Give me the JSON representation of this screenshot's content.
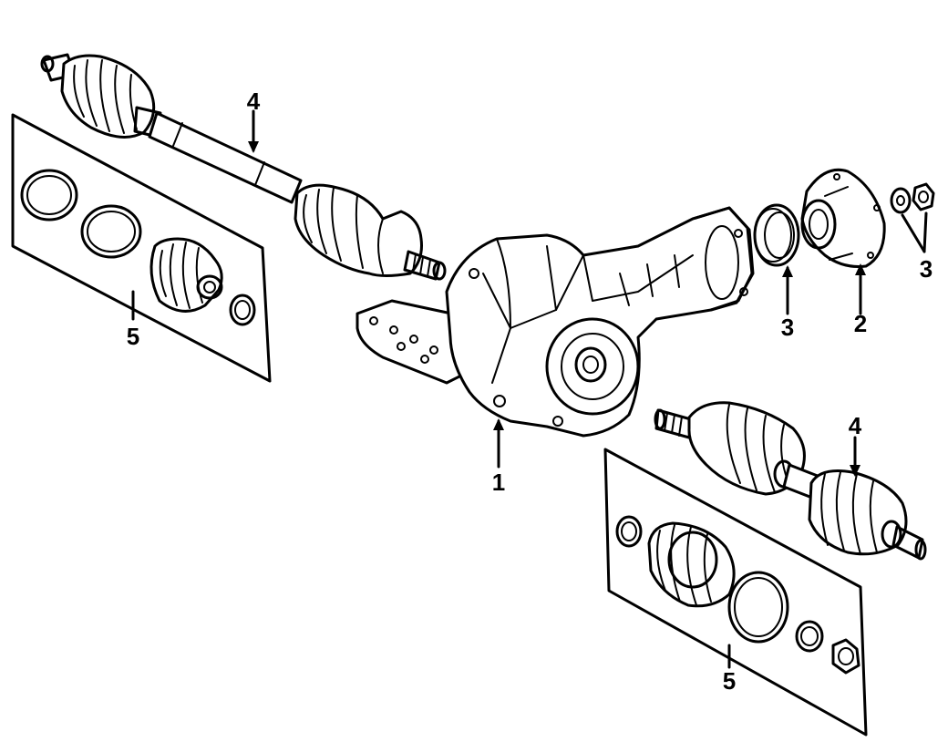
{
  "callouts": [
    {
      "id": "diff",
      "label": "1"
    },
    {
      "id": "hub",
      "label": "2"
    },
    {
      "id": "seal",
      "label": "3"
    },
    {
      "id": "nuts",
      "label": "3"
    },
    {
      "id": "axle-left",
      "label": "4"
    },
    {
      "id": "axle-right",
      "label": "4"
    },
    {
      "id": "kit-left",
      "label": "5"
    },
    {
      "id": "kit-right",
      "label": "5"
    }
  ],
  "colors": {
    "line": "#000000",
    "background": "#ffffff"
  }
}
